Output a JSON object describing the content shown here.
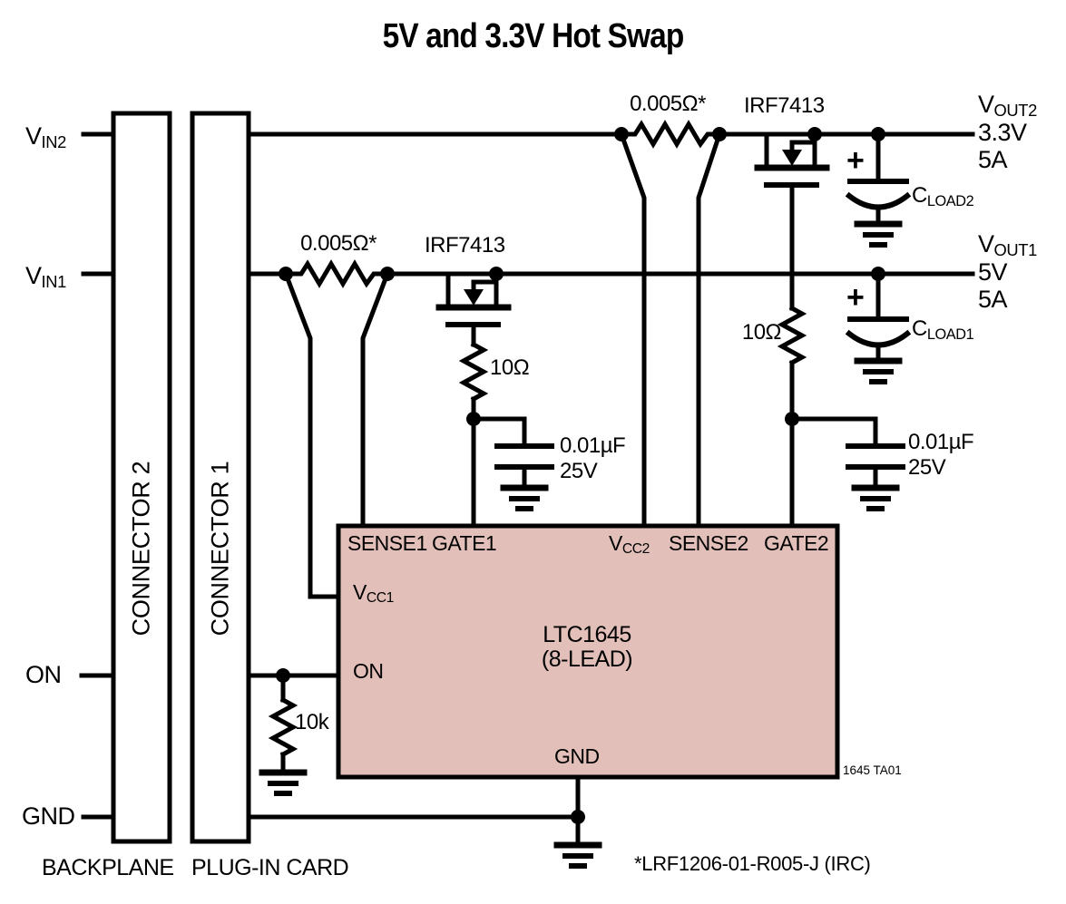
{
  "title": "5V and 3.3V Hot Swap",
  "colors": {
    "ic_fill": "#e2bfb8",
    "line": "#000000"
  },
  "backplane_inputs": {
    "vin2": {
      "base": "V",
      "sub": "IN2"
    },
    "vin1": {
      "base": "V",
      "sub": "IN1"
    },
    "on": "ON",
    "gnd": "GND"
  },
  "connectors": {
    "connector2": "CONNECTOR 2",
    "connector1": "CONNECTOR 1",
    "backplane_caption": "BACKPLANE",
    "plug_in_card_caption": "PLUG-IN CARD"
  },
  "ic": {
    "part": "LTC1645",
    "package": "(8-LEAD)",
    "pins": {
      "sense1": "SENSE1",
      "gate1": "GATE1",
      "vcc2": {
        "base": "V",
        "sub": "CC2"
      },
      "sense2": "SENSE2",
      "gate2": "GATE2",
      "vcc1": {
        "base": "V",
        "sub": "CC1"
      },
      "on": "ON",
      "gnd": "GND"
    }
  },
  "channel1": {
    "sense_resistor": "0.005Ω*",
    "mosfet": "IRF7413",
    "gate_resistor": "10Ω",
    "gate_cap_value": "0.01µF",
    "gate_cap_rating": "25V"
  },
  "channel2": {
    "sense_resistor": "0.005Ω*",
    "mosfet": "IRF7413",
    "gate_resistor": "10Ω",
    "gate_cap_value": "0.01µF",
    "gate_cap_rating": "25V"
  },
  "on_pulldown_resistor": "10k",
  "outputs": {
    "vout2": {
      "name": {
        "base": "V",
        "sub": "OUT2"
      },
      "voltage": "3.3V",
      "current": "5A",
      "cap": {
        "base": "C",
        "sub": "LOAD2"
      },
      "polarity": "+"
    },
    "vout1": {
      "name": {
        "base": "V",
        "sub": "OUT1"
      },
      "voltage": "5V",
      "current": "5A",
      "cap": {
        "base": "C",
        "sub": "LOAD1"
      },
      "polarity": "+"
    }
  },
  "footnote": "*LRF1206-01-R005-J (IRC)",
  "figure_id": "1645 TA01"
}
